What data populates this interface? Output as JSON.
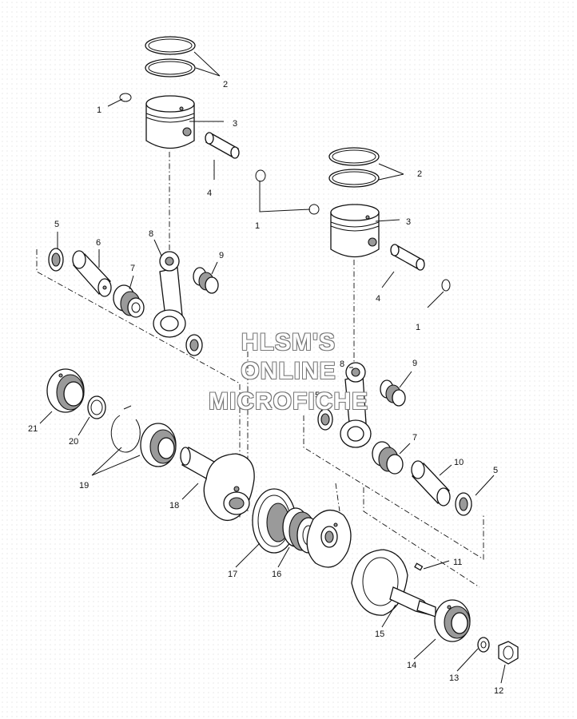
{
  "watermark": {
    "line1": "HLSM'S",
    "line2": "ONLINE",
    "line3": "MICROFICHE"
  },
  "callouts": [
    {
      "id": "c1a",
      "text": "1"
    },
    {
      "id": "c2a",
      "text": "2"
    },
    {
      "id": "c3a",
      "text": "3"
    },
    {
      "id": "c4a",
      "text": "4"
    },
    {
      "id": "c1b",
      "text": "1"
    },
    {
      "id": "c2b",
      "text": "2"
    },
    {
      "id": "c3b",
      "text": "3"
    },
    {
      "id": "c4b",
      "text": "4"
    },
    {
      "id": "c1c",
      "text": "1"
    },
    {
      "id": "c5a",
      "text": "5"
    },
    {
      "id": "c6",
      "text": "6"
    },
    {
      "id": "c7a",
      "text": "7"
    },
    {
      "id": "c8a",
      "text": "8"
    },
    {
      "id": "c9a",
      "text": "9"
    },
    {
      "id": "c8b",
      "text": "8"
    },
    {
      "id": "c9b",
      "text": "9"
    },
    {
      "id": "c5b",
      "text": "5"
    },
    {
      "id": "c7b",
      "text": "7"
    },
    {
      "id": "c10",
      "text": "10"
    },
    {
      "id": "c5c",
      "text": "5"
    },
    {
      "id": "c21",
      "text": "21"
    },
    {
      "id": "c20",
      "text": "20"
    },
    {
      "id": "c19",
      "text": "19"
    },
    {
      "id": "c18",
      "text": "18"
    },
    {
      "id": "c17",
      "text": "17"
    },
    {
      "id": "c16",
      "text": "16"
    },
    {
      "id": "c11",
      "text": "11"
    },
    {
      "id": "c15",
      "text": "15"
    },
    {
      "id": "c14",
      "text": "14"
    },
    {
      "id": "c13",
      "text": "13"
    },
    {
      "id": "c12",
      "text": "12"
    }
  ]
}
